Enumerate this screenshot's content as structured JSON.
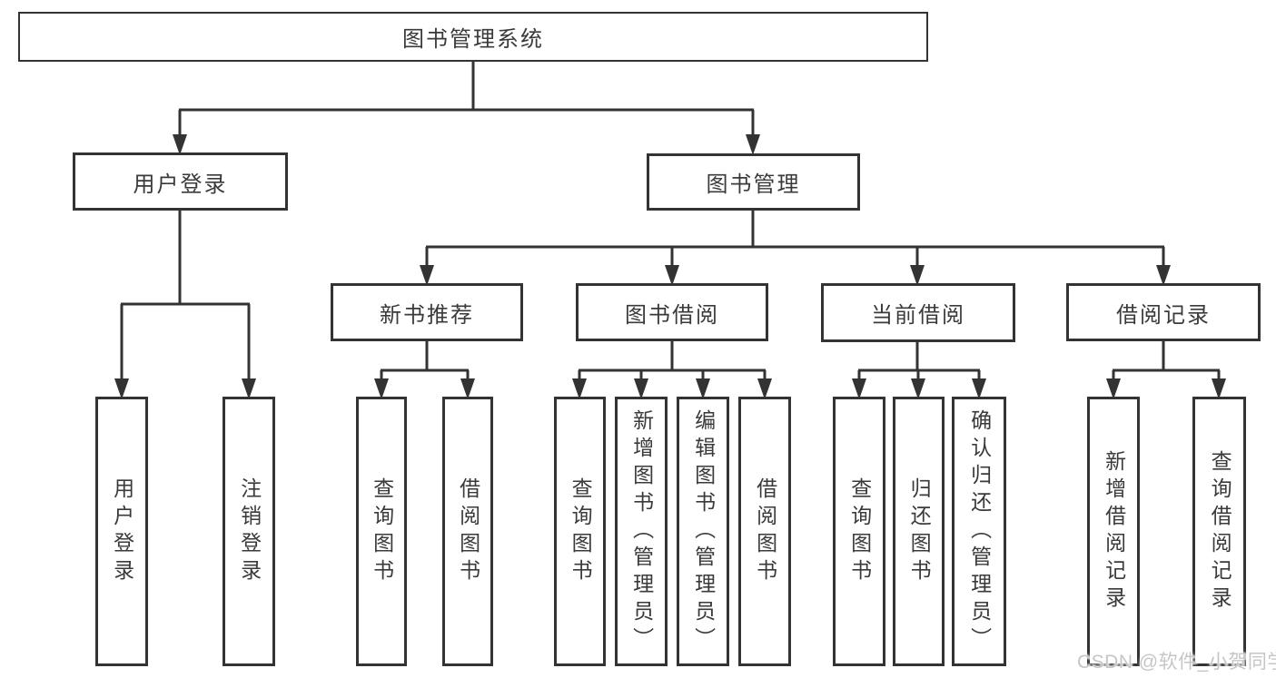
{
  "tree": {
    "root": "图书管理系统",
    "branches": [
      {
        "label": "用户登录",
        "leaves": [
          "用户登录",
          "注销登录"
        ]
      },
      {
        "label": "图书管理",
        "groups": [
          {
            "label": "新书推荐",
            "leaves": [
              "查询图书",
              "借阅图书"
            ]
          },
          {
            "label": "图书借阅",
            "leaves": [
              "查询图书",
              "新增图书（管理员）",
              "编辑图书（管理员）",
              "借阅图书"
            ]
          },
          {
            "label": "当前借阅",
            "leaves": [
              "查询图书",
              "归还图书",
              "确认归还（管理员）"
            ]
          },
          {
            "label": "借阅记录",
            "leaves": [
              "新增借阅记录",
              "查询借阅记录"
            ]
          }
        ]
      }
    ]
  },
  "watermark": "CSDN @软件_小贺同学",
  "colors": {
    "line": "#333333",
    "text": "#3a3a3a",
    "background": "#ffffff",
    "watermark": "#c6c6c6"
  }
}
